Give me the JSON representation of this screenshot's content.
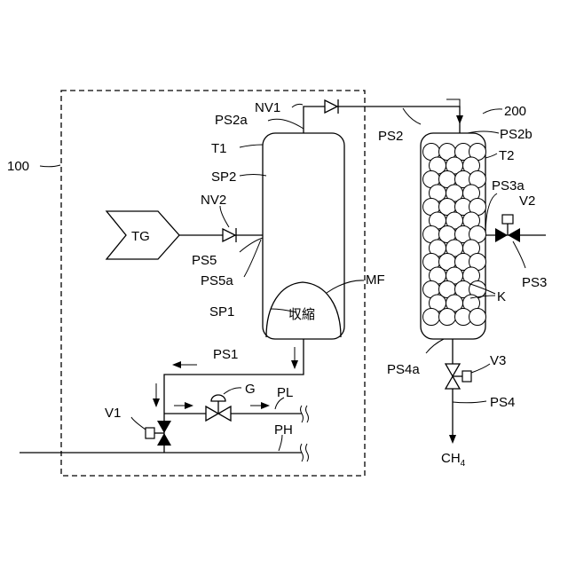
{
  "labels": {
    "l100": "100",
    "l200": "200",
    "tg": "TG",
    "nv1": "NV1",
    "nv2": "NV2",
    "ps2a": "PS2a",
    "ps2": "PS2",
    "ps2b": "PS2b",
    "t1": "T1",
    "t2": "T2",
    "sp2": "SP2",
    "sp1": "SP1",
    "ps5": "PS5",
    "ps5a": "PS5a",
    "mf": "MF",
    "mf_text": "収縮",
    "ps3a": "PS3a",
    "v2": "V2",
    "ps3": "PS3",
    "k": "K",
    "ps1": "PS1",
    "g": "G",
    "pl": "PL",
    "ph": "PH",
    "v1": "V1",
    "ps4a": "PS4a",
    "v3": "V3",
    "ps4": "PS4",
    "ch4_main": "CH",
    "ch4_sub": "4"
  }
}
